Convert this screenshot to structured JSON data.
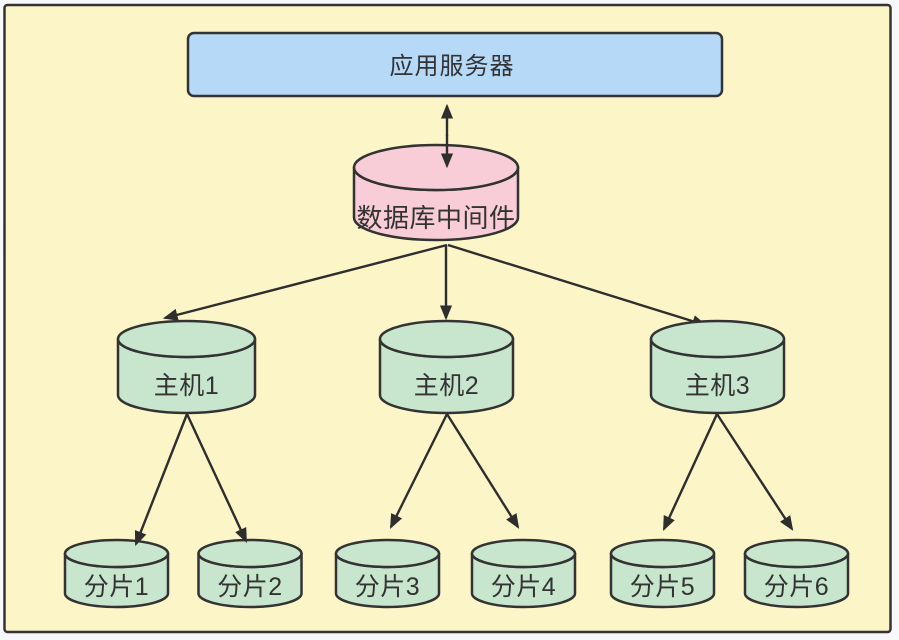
{
  "diagram": {
    "type": "database-sharding-architecture",
    "app_server": {
      "label": "应用服务器"
    },
    "middleware": {
      "label": "数据库中间件"
    },
    "hosts": [
      {
        "id": "host-1",
        "label": "主机1"
      },
      {
        "id": "host-2",
        "label": "主机2"
      },
      {
        "id": "host-3",
        "label": "主机3"
      }
    ],
    "shards": [
      {
        "id": "shard-1",
        "label": "分片1"
      },
      {
        "id": "shard-2",
        "label": "分片2"
      },
      {
        "id": "shard-3",
        "label": "分片3"
      },
      {
        "id": "shard-4",
        "label": "分片4"
      },
      {
        "id": "shard-5",
        "label": "分片5"
      },
      {
        "id": "shard-6",
        "label": "分片6"
      }
    ],
    "edges": [
      {
        "from": "app-server",
        "to": "middleware",
        "direction": "bidirectional"
      },
      {
        "from": "middleware",
        "to": "host-1",
        "direction": "one-way"
      },
      {
        "from": "middleware",
        "to": "host-2",
        "direction": "one-way"
      },
      {
        "from": "middleware",
        "to": "host-3",
        "direction": "one-way"
      },
      {
        "from": "host-1",
        "to": "shard-1",
        "direction": "one-way"
      },
      {
        "from": "host-1",
        "to": "shard-2",
        "direction": "one-way"
      },
      {
        "from": "host-2",
        "to": "shard-3",
        "direction": "one-way"
      },
      {
        "from": "host-2",
        "to": "shard-4",
        "direction": "one-way"
      },
      {
        "from": "host-3",
        "to": "shard-5",
        "direction": "one-way"
      },
      {
        "from": "host-3",
        "to": "shard-6",
        "direction": "one-way"
      }
    ],
    "colors": {
      "outer_background": "#F7F8FA",
      "canvas_background": "#FBF5C7",
      "app_server_fill": "#B6D9F8",
      "middleware_fill": "#F8CDD7",
      "database_fill": "#C8E6CD",
      "stroke": "#333333",
      "edge": "#2E2E2E",
      "text": "#333333"
    }
  }
}
